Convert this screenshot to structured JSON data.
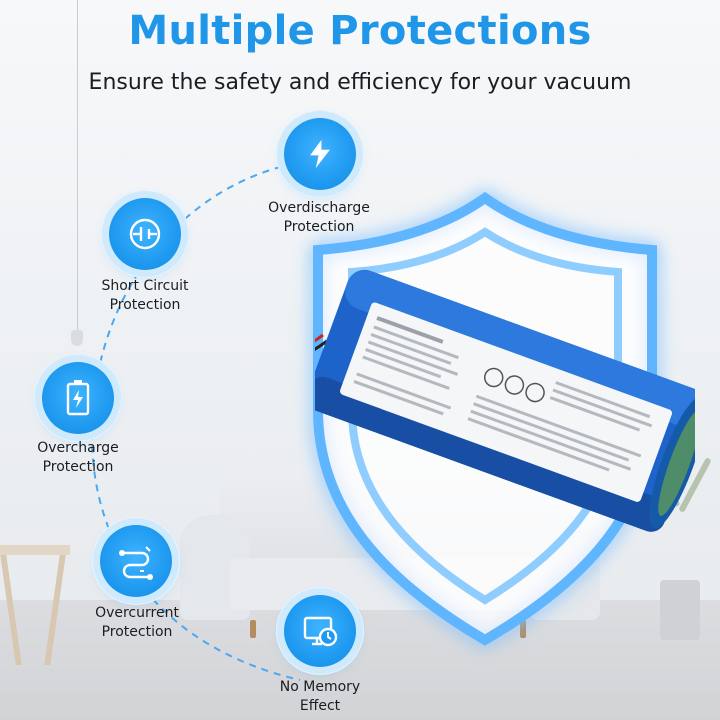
{
  "header": {
    "title": "Multiple Protections",
    "subtitle": "Ensure the safety and efficiency for your vacuum"
  },
  "colors": {
    "accent": "#1f96e8",
    "accent_light": "#cfeafd",
    "text": "#1b1d22",
    "battery_blue": "#1e63c9"
  },
  "features": [
    {
      "icon": "lightning-icon",
      "line1": "Overdischarge",
      "line2": "Protection"
    },
    {
      "icon": "short-circuit-icon",
      "line1": "Short Circuit",
      "line2": "Protection"
    },
    {
      "icon": "battery-charge-icon",
      "line1": "Overcharge",
      "line2": "Protection"
    },
    {
      "icon": "current-flow-icon",
      "line1": "Overcurrent",
      "line2": "Protection"
    },
    {
      "icon": "monitor-clock-icon",
      "line1": "No Memory",
      "line2": "Effect"
    }
  ]
}
